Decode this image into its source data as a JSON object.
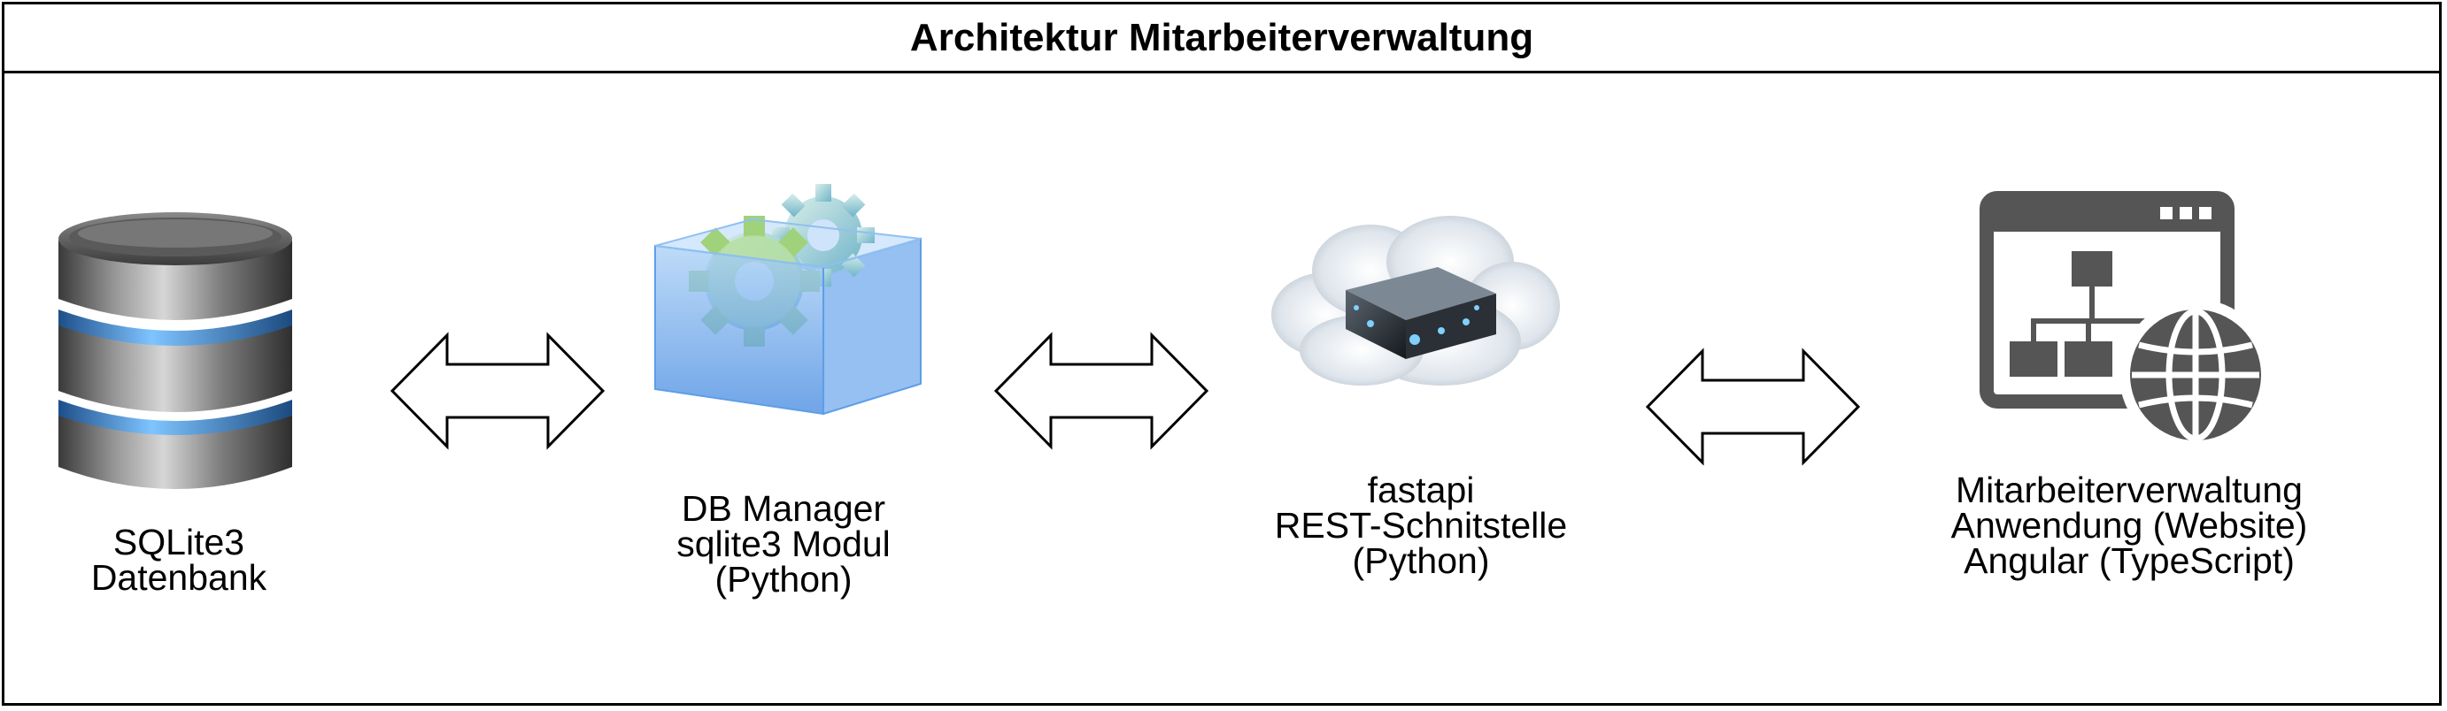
{
  "title": "Architektur Mitarbeiterverwaltung",
  "nodes": [
    {
      "id": "db",
      "icon": "database-icon",
      "lines": [
        "SQLite3",
        "Datenbank"
      ]
    },
    {
      "id": "manager",
      "icon": "gears-module-icon",
      "lines": [
        "DB Manager",
        "sqlite3 Modul",
        "(Python)"
      ]
    },
    {
      "id": "api",
      "icon": "cloud-server-icon",
      "lines": [
        "fastapi",
        "REST-Schnitstelle",
        "(Python)"
      ]
    },
    {
      "id": "web",
      "icon": "website-globe-icon",
      "lines": [
        "Mitarbeiterverwaltung",
        "Anwendung (Website)",
        "Angular (TypeScript)"
      ]
    }
  ],
  "connectors": [
    {
      "from": "db",
      "to": "manager",
      "type": "bidirectional-arrow"
    },
    {
      "from": "manager",
      "to": "api",
      "type": "bidirectional-arrow"
    },
    {
      "from": "api",
      "to": "web",
      "type": "bidirectional-arrow"
    }
  ],
  "colors": {
    "border": "#000000",
    "glass_blue": "#7fb3f0",
    "icon_gray": "#555555"
  }
}
